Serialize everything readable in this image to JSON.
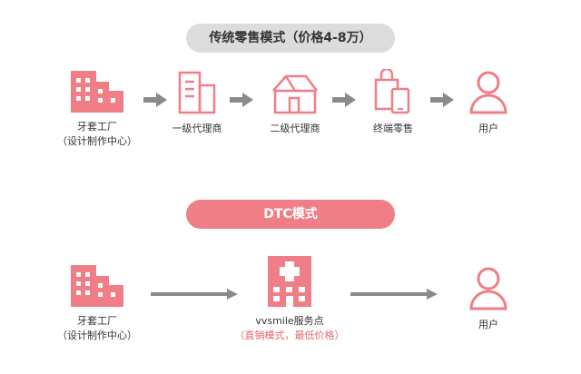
{
  "traditional": {
    "title": "传统零售模式（价格4-8万）",
    "nodes": [
      {
        "icon": "factory-icon",
        "label_line1": "牙套工厂",
        "label_line2": "（设计制作中心）"
      },
      {
        "icon": "building-icon",
        "label_line1": "一级代理商"
      },
      {
        "icon": "house-icon",
        "label_line1": "二级代理商"
      },
      {
        "icon": "shopping-phone-icon",
        "label_line1": "终端零售"
      },
      {
        "icon": "user-icon",
        "label_line1": "用户"
      }
    ]
  },
  "dtc": {
    "title": "DTC模式",
    "nodes": [
      {
        "icon": "factory-icon",
        "label_line1": "牙套工厂",
        "label_line2": "（设计制作中心）"
      },
      {
        "icon": "clinic-icon",
        "label_line1": "vvsmile服务点",
        "label_line2": "（直销模式，最低价格）"
      },
      {
        "icon": "user-icon",
        "label_line1": "用户"
      }
    ]
  },
  "colors": {
    "accent": "#f07e86",
    "arrow": "#8a8a8a",
    "text": "#333333",
    "subtext": "#e8636e",
    "pill_gray": "#dcdcdc"
  }
}
